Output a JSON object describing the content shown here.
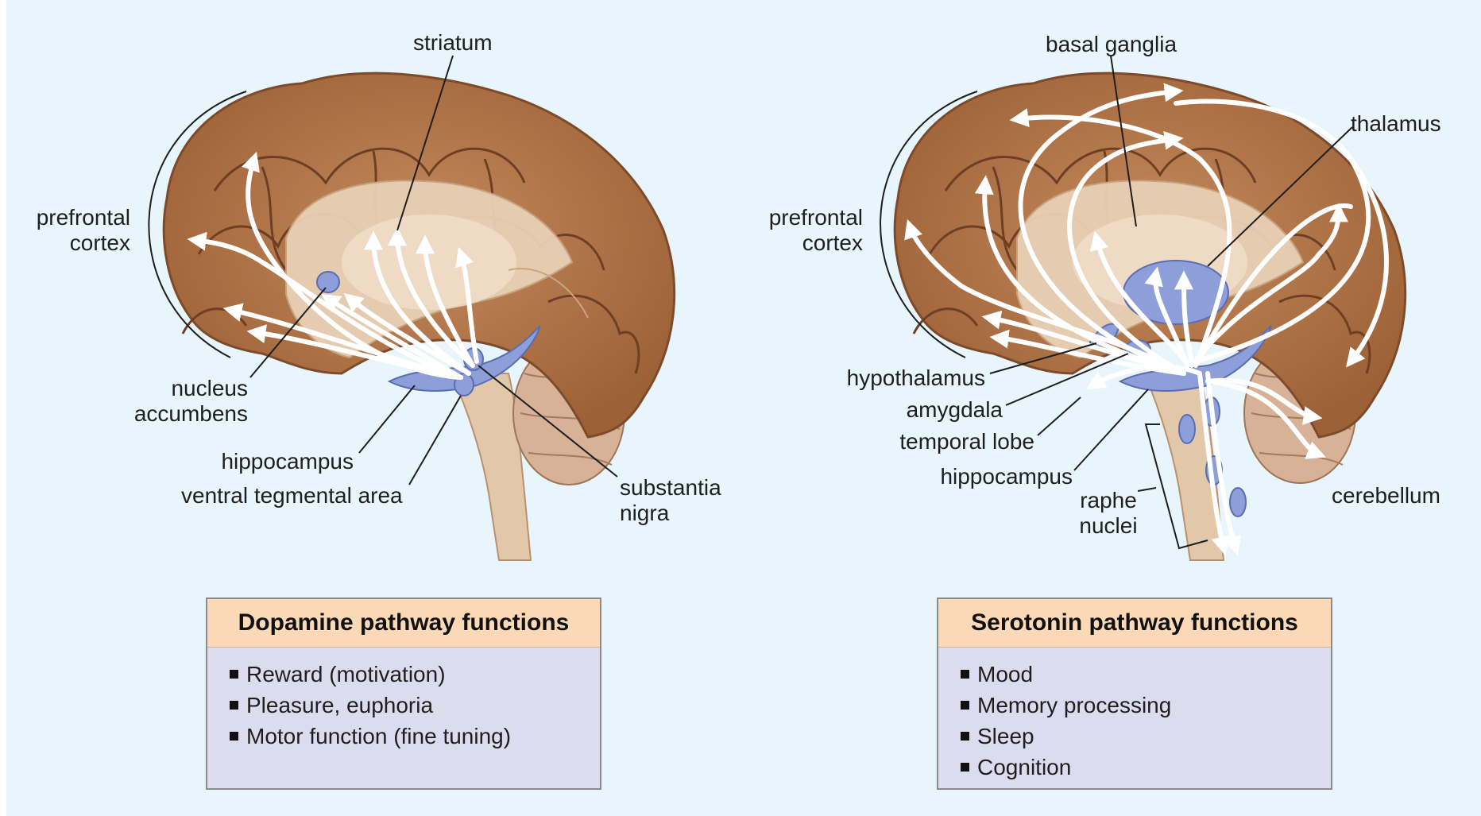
{
  "dopamine": {
    "labels": {
      "striatum": "striatum",
      "prefrontal": "prefrontal",
      "cortex": "cortex",
      "nucleus": "nucleus",
      "accumbens": "accumbens",
      "hippocampus": "hippocampus",
      "vta": "ventral tegmental area",
      "substantia": "substantia",
      "nigra": "nigra"
    },
    "box": {
      "title": "Dopamine pathway functions",
      "items": [
        "Reward (motivation)",
        "Pleasure, euphoria",
        "Motor function (fine tuning)"
      ]
    }
  },
  "serotonin": {
    "labels": {
      "basal_ganglia": "basal ganglia",
      "thalamus": "thalamus",
      "prefrontal": "prefrontal",
      "cortex": "cortex",
      "hypothalamus": "hypothalamus",
      "amygdala": "amygdala",
      "temporal_lobe": "temporal lobe",
      "hippocampus": "hippocampus",
      "raphe": "raphe",
      "nuclei": "nuclei",
      "cerebellum": "cerebellum"
    },
    "box": {
      "title": "Serotonin pathway functions",
      "items": [
        "Mood",
        "Memory processing",
        "Sleep",
        "Cognition"
      ]
    }
  },
  "colors": {
    "background": "#e8f5fc",
    "cortex": "#b57a4f",
    "cortex_dark": "#7d4a2a",
    "inner_brain": "#e8cfb4",
    "highlight": "#8e9ed8",
    "pathway": "#ffffff",
    "box_header": "#fbd9b6",
    "box_body": "#dcdcee"
  }
}
